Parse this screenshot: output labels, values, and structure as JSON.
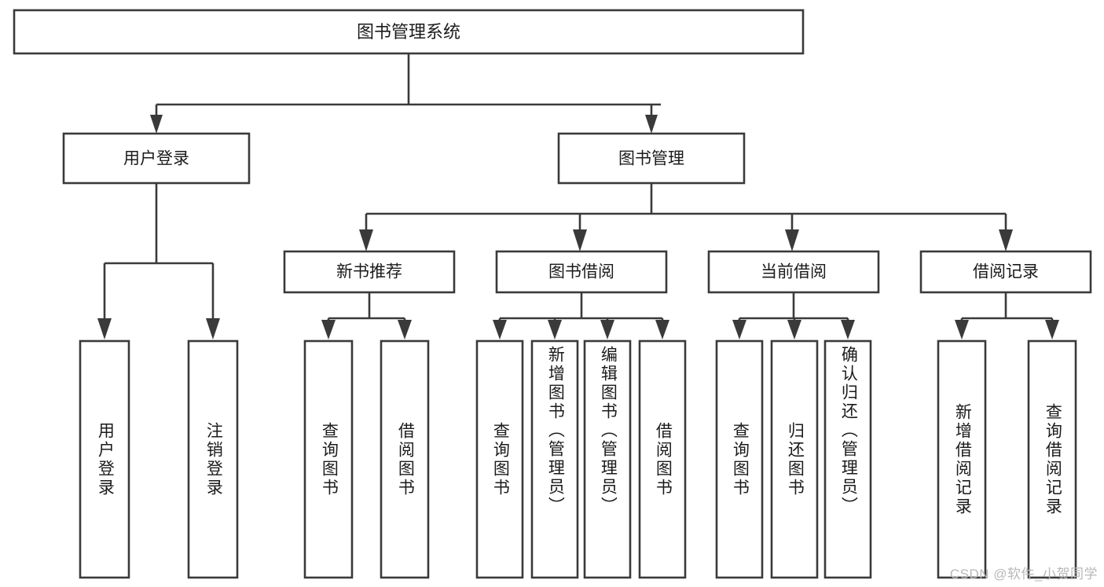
{
  "diagram": {
    "type": "tree-hierarchy",
    "title": "图书管理系统",
    "watermark": "CSDN @软件_小贺同学",
    "colors": {
      "stroke": "#3a3a3a",
      "box_fill": "#ffffff",
      "text": "#1b1b1b",
      "background": "#ffffff",
      "watermark": "#b8b8b8"
    },
    "root": {
      "label": "图书管理系统",
      "orientation": "horizontal"
    },
    "level2": [
      {
        "label": "用户登录",
        "orientation": "horizontal"
      },
      {
        "label": "图书管理",
        "orientation": "horizontal"
      }
    ],
    "level3": [
      {
        "label": "新书推荐",
        "orientation": "horizontal"
      },
      {
        "label": "图书借阅",
        "orientation": "horizontal"
      },
      {
        "label": "当前借阅",
        "orientation": "horizontal"
      },
      {
        "label": "借阅记录",
        "orientation": "horizontal"
      }
    ],
    "leaves": {
      "user_login": [
        {
          "label": "用户登录",
          "orientation": "vertical"
        },
        {
          "label": "注销登录",
          "orientation": "vertical"
        }
      ],
      "new_book_recommend": [
        {
          "label": "查询图书",
          "orientation": "vertical"
        },
        {
          "label": "借阅图书",
          "orientation": "vertical"
        }
      ],
      "book_borrow": [
        {
          "label": "查询图书",
          "orientation": "vertical"
        },
        {
          "label": "新增图书（管理员）",
          "orientation": "vertical"
        },
        {
          "label": "编辑图书（管理员）",
          "orientation": "vertical"
        },
        {
          "label": "借阅图书",
          "orientation": "vertical"
        }
      ],
      "current_borrow": [
        {
          "label": "查询图书",
          "orientation": "vertical"
        },
        {
          "label": "归还图书",
          "orientation": "vertical"
        },
        {
          "label": "确认归还（管理员）",
          "orientation": "vertical"
        }
      ],
      "borrow_record": [
        {
          "label": "新增借阅记录",
          "orientation": "vertical"
        },
        {
          "label": "查询借阅记录",
          "orientation": "vertical"
        }
      ]
    }
  }
}
